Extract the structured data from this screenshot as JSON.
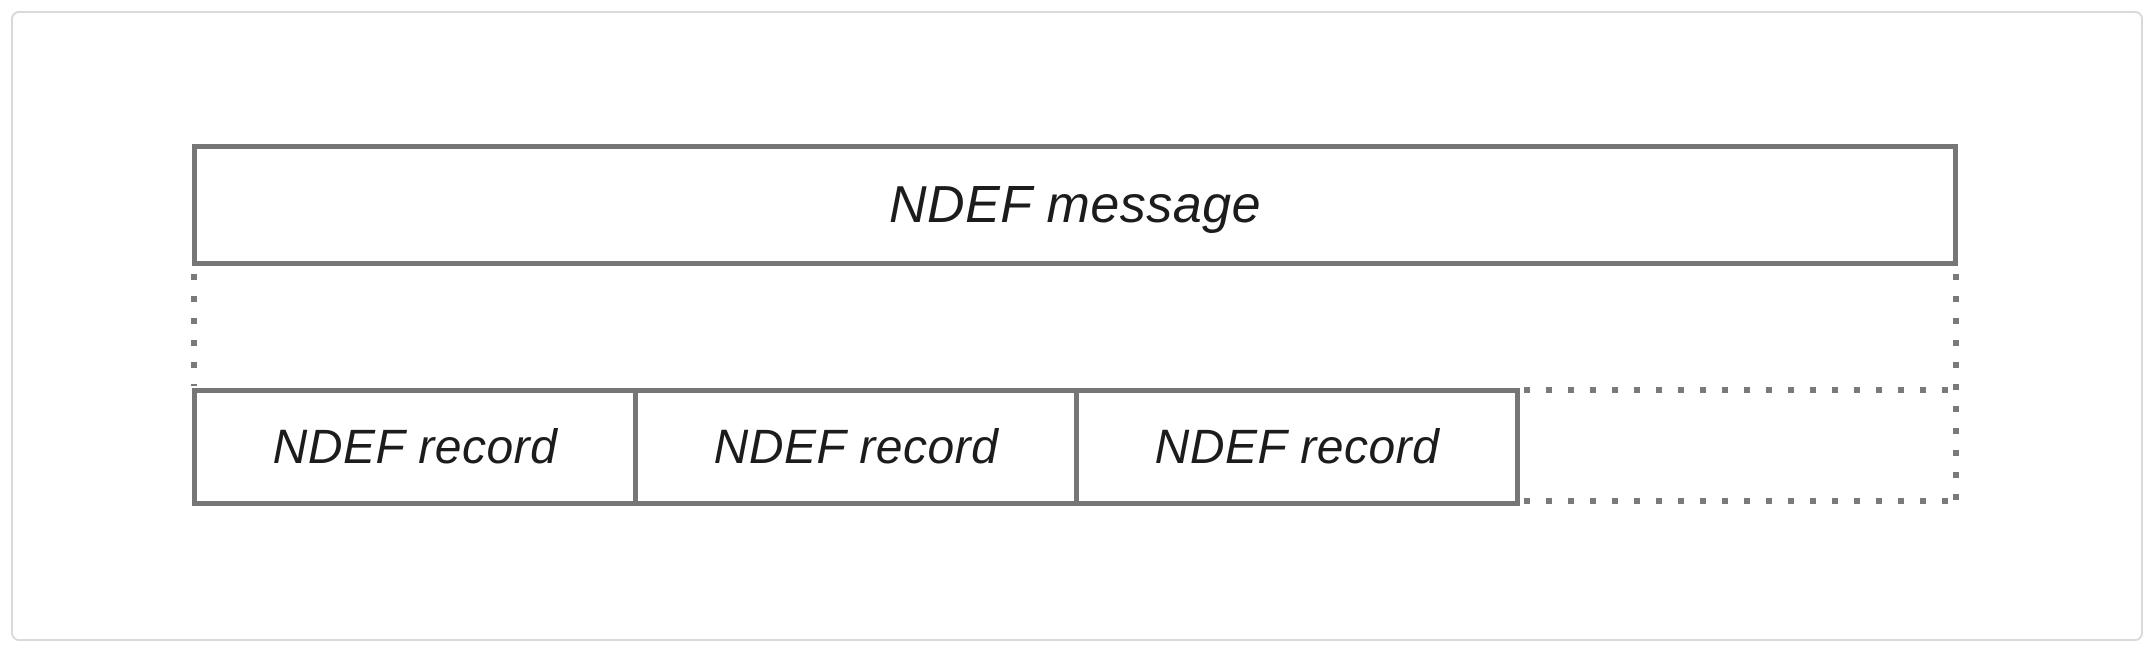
{
  "diagram": {
    "message_box": {
      "label": "NDEF message"
    },
    "records": [
      {
        "label": "NDEF record"
      },
      {
        "label": "NDEF record"
      },
      {
        "label": "NDEF record"
      }
    ],
    "continuation": {
      "meaning": "message may contain more records"
    },
    "colors": {
      "box_border": "#767676",
      "dotted_connector": "#7a7a7a",
      "text": "#1c1c1c",
      "frame_border": "#d9d9d9",
      "background": "#ffffff"
    }
  }
}
